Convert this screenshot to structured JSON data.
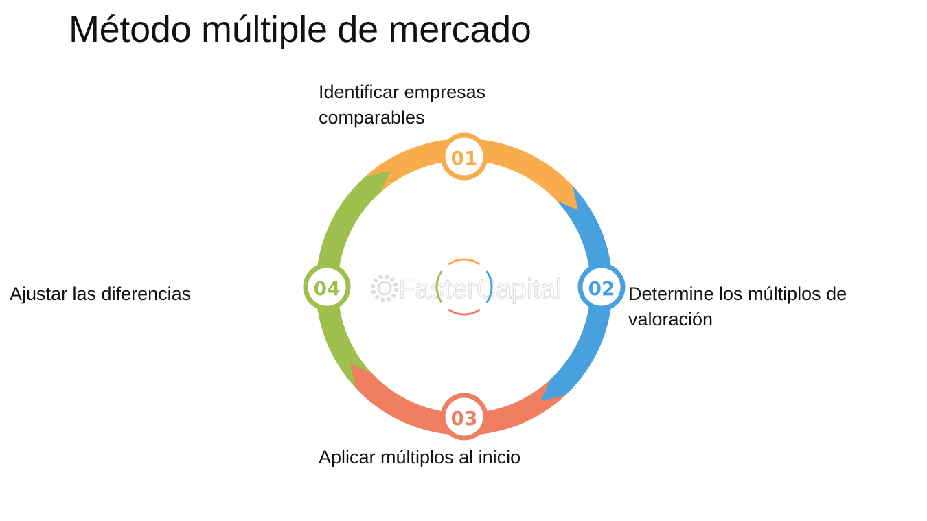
{
  "title": "Método múltiple de mercado",
  "colors": {
    "step1": "#f9ac4c",
    "step2": "#48a0dc",
    "step3": "#f07f61",
    "step4": "#9fc04e"
  },
  "steps": [
    {
      "number": "01",
      "label": "Identificar empresas comparables"
    },
    {
      "number": "02",
      "label": "Determine los múltiplos de valoración"
    },
    {
      "number": "03",
      "label": "Aplicar múltiplos al inicio"
    },
    {
      "number": "04",
      "label": "Ajustar las diferencias"
    }
  ],
  "watermark": "FasterCapital"
}
